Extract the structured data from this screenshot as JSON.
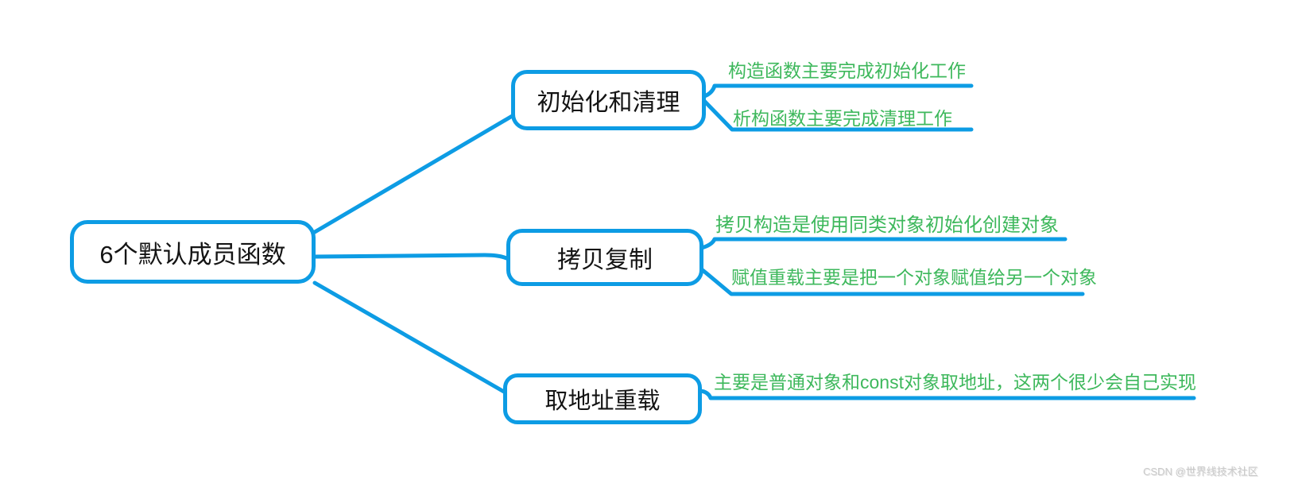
{
  "colors": {
    "line_blue": "#0d9ce4",
    "annotation_green": "#3eb85c",
    "node_text": "#141414",
    "background": "#ffffff",
    "watermark_gray": "#a8a8a8"
  },
  "root": {
    "label": "6个默认成员函数"
  },
  "branches": [
    {
      "label": "初始化和清理",
      "leaves": [
        "构造函数主要完成初始化工作",
        "析构函数主要完成清理工作"
      ]
    },
    {
      "label": "拷贝复制",
      "leaves": [
        "拷贝构造是使用同类对象初始化创建对象",
        "赋值重载主要是把一个对象赋值给另一个对象"
      ]
    },
    {
      "label": "取地址重载",
      "leaves": [
        "主要是普通对象和const对象取地址，这两个很少会自己实现"
      ]
    }
  ],
  "watermark": "CSDN @世界线技术社区"
}
